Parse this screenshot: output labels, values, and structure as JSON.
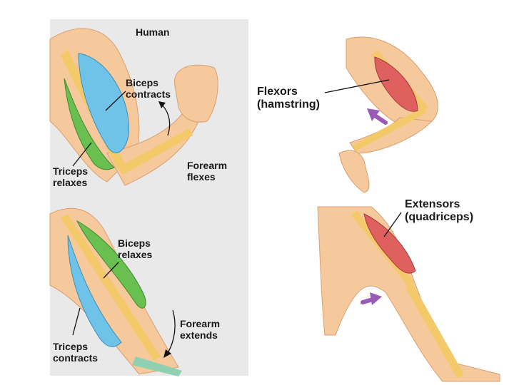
{
  "arm_panel": {
    "title": "Human",
    "top": {
      "muscle_a": [
        "Biceps",
        "contracts"
      ],
      "muscle_b": [
        "Triceps",
        "relaxes"
      ],
      "motion": [
        "Forearm",
        "flexes"
      ]
    },
    "bottom": {
      "muscle_a": [
        "Biceps",
        "relaxes"
      ],
      "muscle_b": [
        "Triceps",
        "contracts"
      ],
      "motion": [
        "Forearm",
        "extends"
      ]
    }
  },
  "leg_panel": {
    "top": {
      "muscle": [
        "Flexors",
        "(hamstring)"
      ]
    },
    "bottom": {
      "muscle": [
        "Extensors",
        "(quadriceps)"
      ]
    }
  },
  "colors": {
    "panel_bg": "#e9e9e9",
    "skin": "#f6c99c",
    "bone": "#f3c969",
    "biceps_blue": "#6fc3e8",
    "triceps_green": "#69c050",
    "leg_muscle_red": "#e06060",
    "arrow_purple": "#9a5bb8"
  }
}
